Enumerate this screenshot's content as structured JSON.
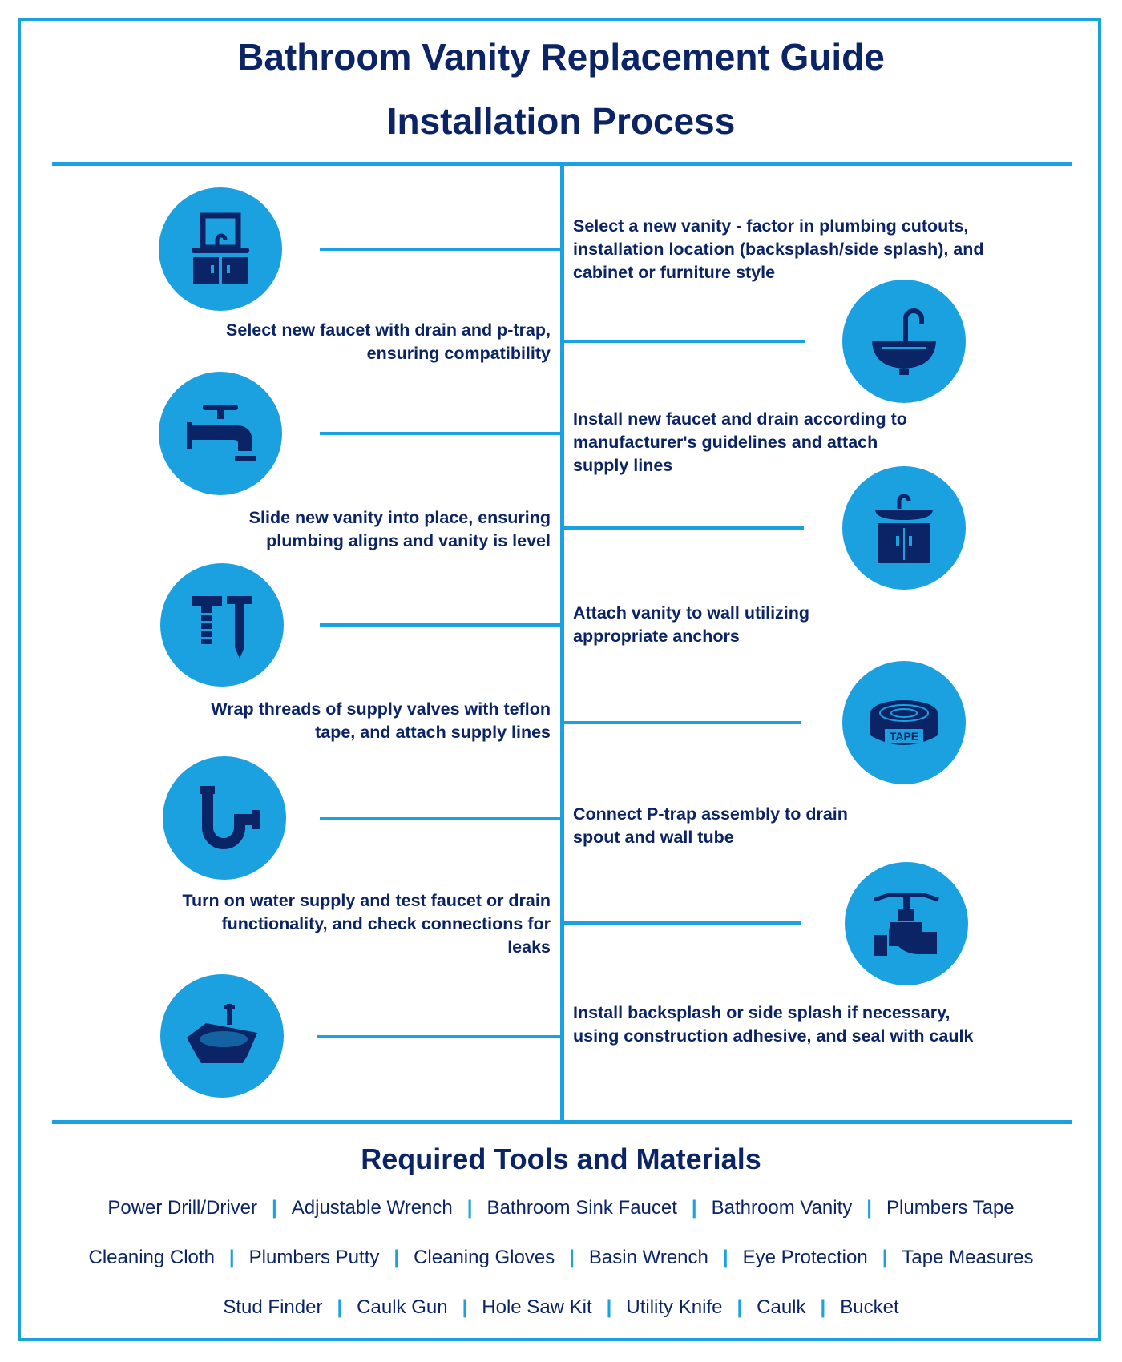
{
  "header": {
    "title": "Bathroom Vanity Replacement Guide",
    "subtitle": "Installation Process"
  },
  "colors": {
    "accent": "#1ba1e0",
    "navy": "#0b2466"
  },
  "steps": [
    {
      "text": "Select a new vanity - factor in plumbing cutouts, installation location (backsplash/side splash), and cabinet or furniture style",
      "side": "right",
      "icon": "vanity-icon"
    },
    {
      "text": "Select new faucet with drain and p-trap, ensuring compatibility",
      "side": "left",
      "icon": "sink-basin-icon"
    },
    {
      "text": "Install new faucet and drain according to manufacturer's guidelines and attach supply lines",
      "side": "right",
      "icon": "faucet-icon"
    },
    {
      "text": "Slide new vanity into place, ensuring plumbing aligns and vanity is level",
      "side": "left",
      "icon": "cabinet-sink-icon"
    },
    {
      "text": "Attach vanity to wall utilizing appropriate anchors",
      "side": "right",
      "icon": "screw-nail-icon"
    },
    {
      "text": "Wrap threads of supply valves with teflon tape, and attach supply lines",
      "side": "left",
      "icon": "tape-icon"
    },
    {
      "text": "Connect P-trap assembly to drain spout and wall tube",
      "side": "right",
      "icon": "p-trap-icon"
    },
    {
      "text": "Turn on water supply and test faucet or drain functionality, and check connections for leaks",
      "side": "left",
      "icon": "valve-icon"
    },
    {
      "text": "Install backsplash or side splash if necessary, using construction adhesive, and seal with caulk",
      "side": "right",
      "icon": "vessel-sink-icon"
    }
  ],
  "tape_label": "TAPE",
  "tools": {
    "heading": "Required Tools and Materials",
    "rows": [
      [
        "Power Drill/Driver",
        "Adjustable Wrench",
        "Bathroom Sink Faucet",
        "Bathroom Vanity",
        "Plumbers Tape"
      ],
      [
        "Cleaning Cloth",
        "Plumbers Putty",
        "Cleaning Gloves",
        "Basin Wrench",
        "Eye Protection",
        "Tape Measures"
      ],
      [
        "Stud Finder",
        "Caulk Gun",
        "Hole Saw Kit",
        "Utility Knife",
        "Caulk",
        "Bucket"
      ]
    ],
    "separator": "|"
  }
}
